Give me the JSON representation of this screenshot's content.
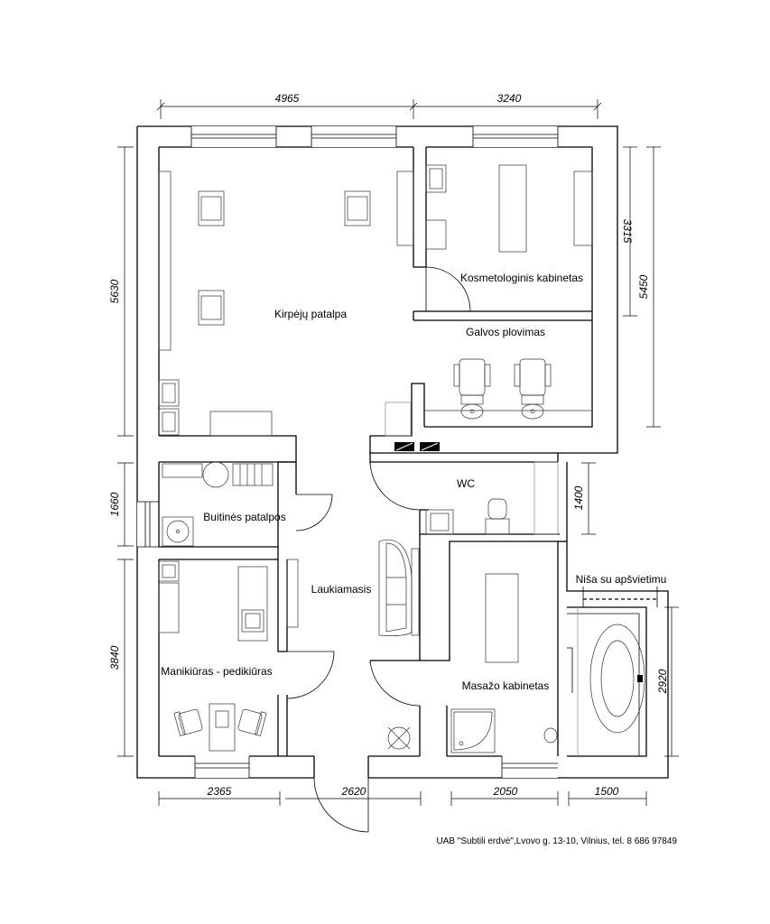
{
  "dimensions": {
    "top_left": "4965",
    "top_right": "3240",
    "left_upper": "5630",
    "left_middle": "1660",
    "left_lower": "3840",
    "right_upper_inner": "3315",
    "right_upper_outer": "5450",
    "right_wc": "1400",
    "right_lower": "2920",
    "bottom_1": "2365",
    "bottom_2": "2620",
    "bottom_3": "2050",
    "bottom_4": "1500"
  },
  "rooms": {
    "hair_salon": "Kirpėjų patalpa",
    "cosmetology": "Kosmetologinis kabinetas",
    "head_wash": "Galvos plovimas",
    "utility": "Buitinės patalpos",
    "wc": "WC",
    "waiting": "Laukiamasis",
    "manicure": "Manikiūras - pedikiūras",
    "massage": "Masažo kabinetas",
    "niche": "Niša su apšvietimu"
  },
  "credit": "UAB \"Subtili erdvė\",Lvovo g. 13-10, Vilnius, tel. 8 686 97849"
}
